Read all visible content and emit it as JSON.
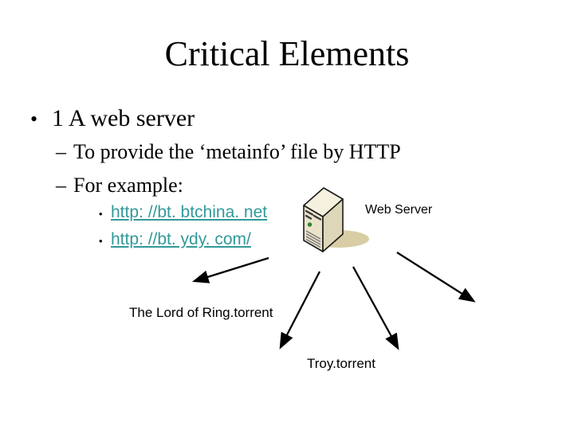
{
  "slide": {
    "title": "Critical Elements",
    "bullets": [
      {
        "marker": "•",
        "text": "1 A web server",
        "level": 1
      },
      {
        "marker": "–",
        "text": "To provide the ‘metainfo’ file by HTTP",
        "level": 2
      },
      {
        "marker": "–",
        "text": "For example:",
        "level": 2
      },
      {
        "marker": "•",
        "text": "http: //bt. btchina. net",
        "level": 3,
        "type": "hyperlink"
      },
      {
        "marker": "•",
        "text": "http: //bt. ydy. com/",
        "level": 3,
        "type": "hyperlink"
      }
    ],
    "diagram": {
      "server_label": "Web Server",
      "server_icon": "server-tower-icon",
      "file_labels": [
        "The Lord of Ring.torrent",
        "Troy.torrent"
      ]
    },
    "colors": {
      "background": "#ffffff",
      "text": "#000000",
      "hyperlink": "#339999",
      "arrow": "#000000",
      "server_top": "#f6f1de",
      "server_front": "#eae3ca",
      "server_side": "#ded6b8",
      "server_shadow": "#d8cda4",
      "led_green": "#2e8f2e"
    }
  }
}
